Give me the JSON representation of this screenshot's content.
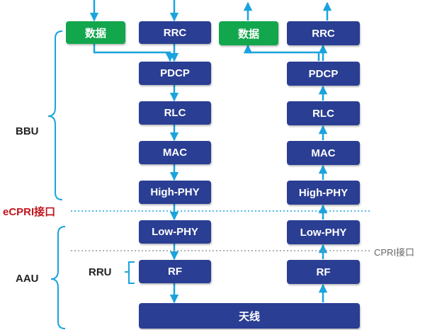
{
  "diagram": {
    "colors": {
      "layer_box": "#2a3e93",
      "data_box": "#12a64d",
      "arrow": "#1aa3dd",
      "bracket": "#1aa3dd",
      "ecpri_label": "#c0141c",
      "cpri_label": "#666666"
    },
    "tx_stack": {
      "data": "数据",
      "rrc": "RRC",
      "pdcp": "PDCP",
      "rlc": "RLC",
      "mac": "MAC",
      "high_phy": "High-PHY",
      "low_phy": "Low-PHY",
      "rf": "RF"
    },
    "rx_stack": {
      "data": "数据",
      "rrc": "RRC",
      "pdcp": "PDCP",
      "rlc": "RLC",
      "mac": "MAC",
      "high_phy": "High-PHY",
      "low_phy": "Low-PHY",
      "rf": "RF"
    },
    "antenna": "天线",
    "groups": {
      "bbu": "BBU",
      "aau": "AAU",
      "rru": "RRU"
    },
    "interfaces": {
      "ecpri": "eCPRI接口",
      "cpri": "CPRI接口"
    }
  }
}
